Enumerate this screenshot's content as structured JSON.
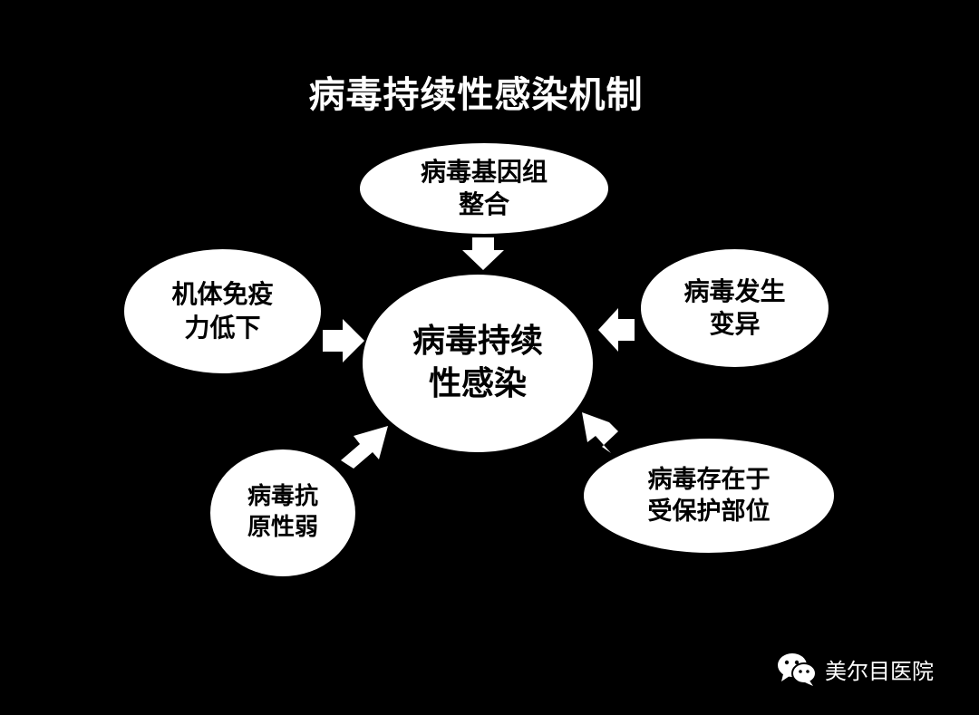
{
  "diagram": {
    "title": "病毒持续性感染机制",
    "center": {
      "line1": "病毒持续",
      "line2": "性感染"
    },
    "top": {
      "line1": "病毒基因组",
      "line2": "整合"
    },
    "left": {
      "line1": "机体免疫",
      "line2": "力低下"
    },
    "right": {
      "line1": "病毒发生",
      "line2": "变异"
    },
    "bottom_left": {
      "line1": "病毒抗",
      "line2": "原性弱"
    },
    "bottom_right": {
      "line1": "病毒存在于",
      "line2": "受保护部位"
    }
  },
  "watermark": {
    "icon": "wechat-icon",
    "text": "美尔目医院"
  },
  "colors": {
    "background": "#000000",
    "shape": "#ffffff",
    "text": "#000000"
  }
}
